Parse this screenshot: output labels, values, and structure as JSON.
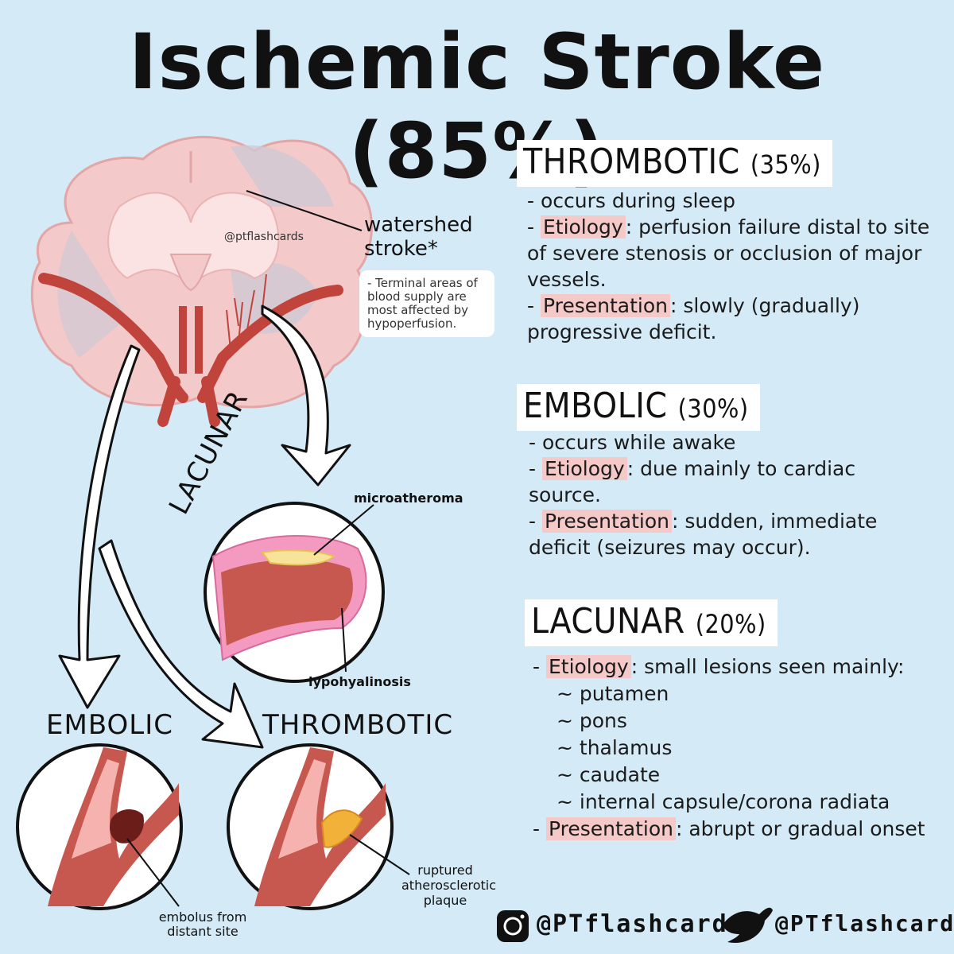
{
  "title": "Ischemic Stroke (85%)",
  "diagram": {
    "watermark": "@ptflashcards",
    "watershed_label": "watershed stroke*",
    "watershed_note": "- Terminal areas of blood supply are most affected by hypoperfusion.",
    "lacunar_label": "LACUNAR",
    "microatheroma_label": "microatheroma",
    "lypohyalinosis_label": "lypohyalinosis",
    "embolic_label": "EMBOLIC",
    "thrombotic_label": "THROMBOTIC",
    "embolus_label": "embolus from distant site",
    "plaque_label": "ruptured atherosclerotic plaque"
  },
  "sections": {
    "thrombotic": {
      "heading": "THROMBOTIC",
      "pct": "(35%)",
      "line1": "- occurs during sleep",
      "etiology_key": "Etiology",
      "etiology_text": ": perfusion failure distal to site of severe stenosis or occlusion of major vessels.",
      "presentation_key": "Presentation",
      "presentation_text": ": slowly (gradually) progressive deficit."
    },
    "embolic": {
      "heading": "EMBOLIC",
      "pct": "(30%)",
      "line1": "- occurs while awake",
      "etiology_key": "Etiology",
      "etiology_text": ": due mainly to cardiac source.",
      "presentation_key": "Presentation",
      "presentation_text": ": sudden, immediate deficit (seizures may occur)."
    },
    "lacunar": {
      "heading": "LACUNAR",
      "pct": "(20%)",
      "etiology_key": "Etiology",
      "etiology_text": ": small lesions seen mainly:",
      "items": [
        "~ putamen",
        "~ pons",
        "~ thalamus",
        "~ caudate",
        "~ internal capsule/corona radiata"
      ],
      "presentation_key": "Presentation",
      "presentation_text": ": abrupt or gradual onset"
    }
  },
  "footer": {
    "instagram_handle": "@PTflashcards",
    "twitter_handle": "@PTflashcards"
  },
  "colors": {
    "background": "#d4eaf7",
    "highlight": "#f6c9c9",
    "brain": "#f3c9c9",
    "vessel": "#c0443c"
  }
}
